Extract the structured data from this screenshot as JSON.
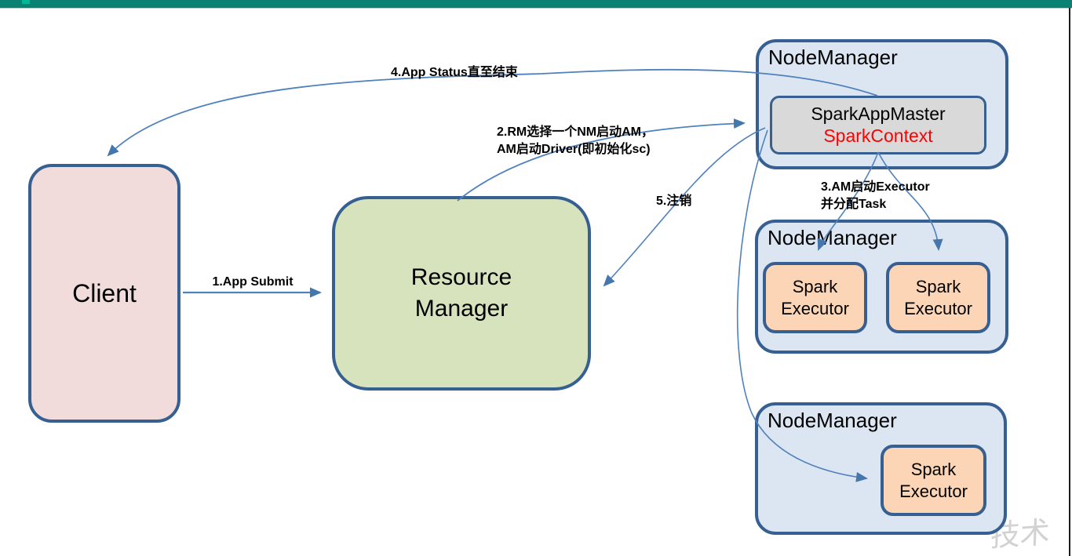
{
  "diagram": {
    "title_context": "Spark on YARN cluster submission flow diagram",
    "client": {
      "label": "Client"
    },
    "resource_manager": {
      "label": "Resource Manager"
    },
    "node_managers": [
      {
        "label": "NodeManager"
      },
      {
        "label": "NodeManager"
      },
      {
        "label": "NodeManager"
      }
    ],
    "spark_app_master": {
      "line1": "SparkAppMaster",
      "line2": "SparkContext"
    },
    "executors": [
      {
        "label": "Spark Executor"
      },
      {
        "label": "Spark Executor"
      },
      {
        "label": "Spark Executor"
      }
    ],
    "edges": {
      "app_submit": {
        "label": "1.App Submit"
      },
      "rm_starts_am": {
        "label_line1": "2.RM选择一个NM启动AM，",
        "label_line2": "AM启动Driver(即初始化sc)"
      },
      "am_starts_executor": {
        "label_line1": "3.AM启动Executor",
        "label_line2": "并分配Task"
      },
      "app_status": {
        "label": "4.App Status直至结束"
      },
      "unregister": {
        "label": "5.注销"
      }
    },
    "watermark": "技术",
    "colors": {
      "client_fill": "#f2dcdb",
      "resource_manager_fill": "#d6e3bc",
      "node_manager_fill": "#dce6f2",
      "executor_fill": "#fbd5b5",
      "app_master_fill": "#d9d9d9",
      "box_border": "#376092",
      "arrow": "#4f81bd",
      "spark_context_text": "#ff0000",
      "topbar": "#0b8173",
      "topbar_accent": "#00b894"
    }
  }
}
